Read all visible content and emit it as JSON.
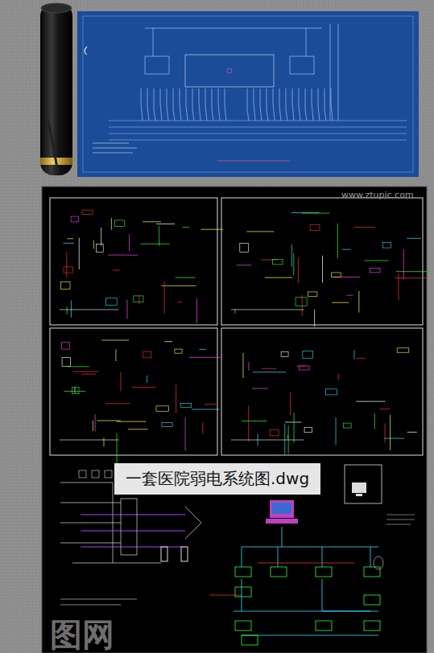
{
  "diagram": {
    "nodes": [
      {
        "text": [
          "一套医院弱电系统图.dwg"
        ]
      }
    ],
    "labels": [
      "www.ztupic.com",
      "图网"
    ]
  }
}
